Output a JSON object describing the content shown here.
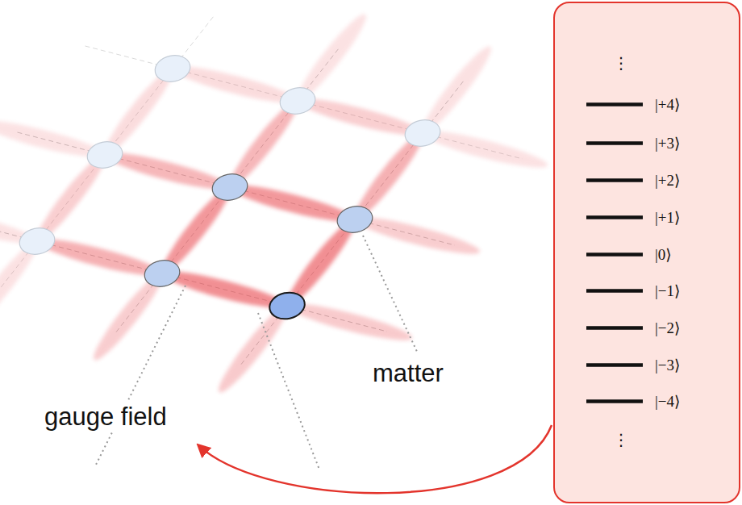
{
  "diagram": {
    "nodes": [
      {
        "text": [
          "⋮",
          "|+4⟩",
          "|+3⟩",
          "|+2⟩",
          "|+1⟩",
          "|0⟩",
          "|−1⟩",
          "|−2⟩",
          "|−3⟩",
          "|−4⟩",
          "⋮"
        ]
      }
    ],
    "labels": [
      "gauge field",
      "matter"
    ]
  }
}
